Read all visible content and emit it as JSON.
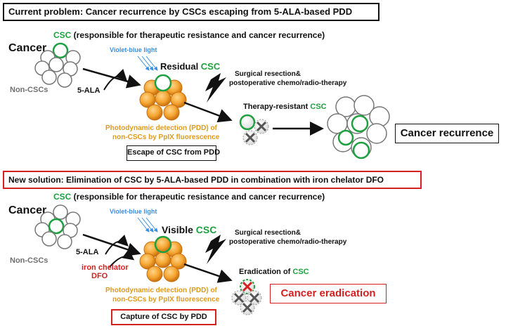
{
  "colors": {
    "csc_green": "#1fa040",
    "warning_red": "#d42020",
    "pdd_orange": "#f0a030",
    "pdd_text_orange": "#e09a1a",
    "light_blue": "#3b8fe0",
    "non_csc_gray": "#707070",
    "text_black": "#111111"
  },
  "top": {
    "header_prefix": "Current problem:  ",
    "header_rest": "Cancer recurrence by CSCs escaping from 5-ALA-based PDD",
    "cancer": "Cancer",
    "csc_word": "CSC",
    "csc_note": " (responsible for therapeutic resistance and cancer recurrence)",
    "violet_light": "Violet-blue light",
    "residual": "Residual ",
    "surgery_line1": "Surgical resection&",
    "surgery_line2": "postoperative chemo/radio-therapy",
    "non_cscs": "Non-CSCs",
    "ala": "5-ALA",
    "therapy_resistant": "Therapy-resistant ",
    "pdd_line1": "Photodynamic detection (PDD) of",
    "pdd_line2": "non-CSCs  by PpIX fluorescence",
    "escape_box": "Escape of CSC from PDD",
    "recurrence_box": "Cancer recurrence"
  },
  "bottom": {
    "header": "New solution:  Elimination of CSC by 5-ALA-based PDD in combination with iron chelator DFO",
    "cancer": "Cancer",
    "csc_word": "CSC",
    "csc_note": " (responsible for therapeutic resistance and cancer recurrence)",
    "violet_light": "Violet-blue light",
    "visible": "Visible ",
    "surgery_line1": "Surgical resection&",
    "surgery_line2": "postoperative chemo/radio-therapy",
    "non_cscs": "Non-CSCs",
    "ala": "5-ALA",
    "iron_line1": "iron chelator",
    "iron_line2": "DFO",
    "eradication_of": "Eradication of ",
    "pdd_line1": "Photodynamic detection (PDD) of",
    "pdd_line2": "non-CSCs  by PpIX fluorescence",
    "capture_box": "Capture of CSC by PDD",
    "eradication_box": "Cancer eradication"
  }
}
